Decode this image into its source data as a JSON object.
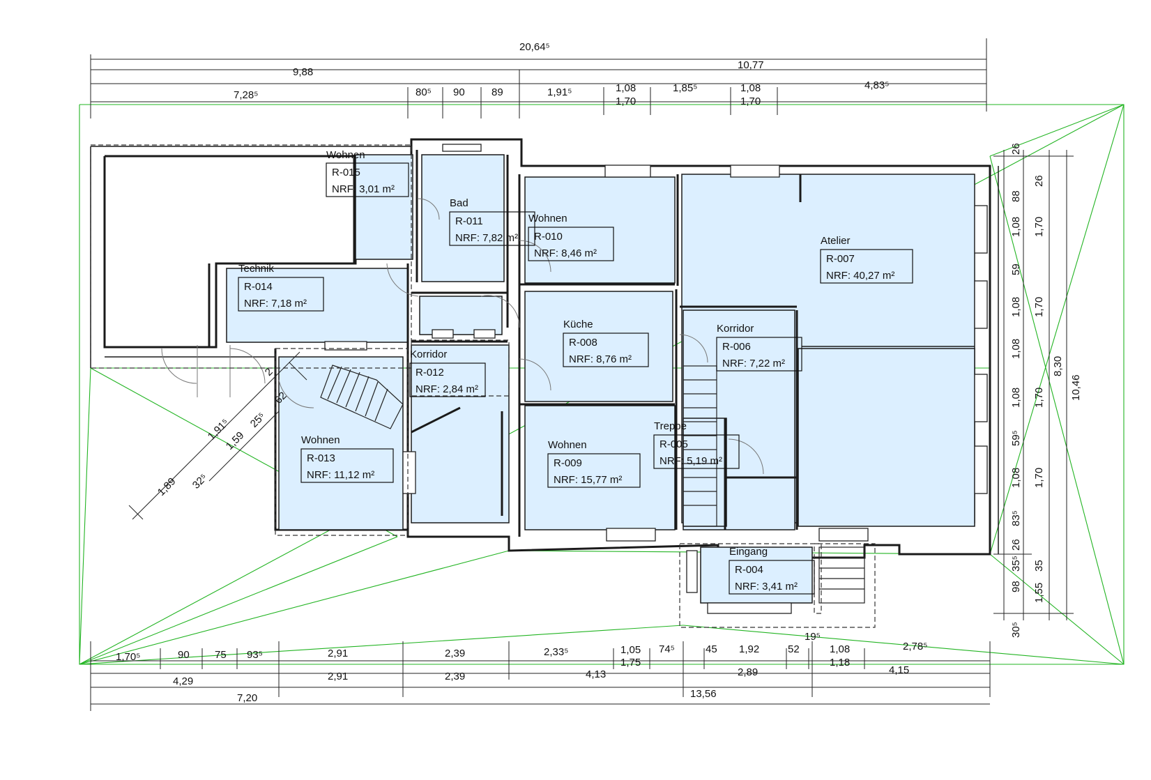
{
  "rooms": [
    {
      "name": "Wohnen",
      "id": "R-015",
      "area": "NRF: 3,01 m²"
    },
    {
      "name": "Bad",
      "id": "R-011",
      "area": "NRF: 7,82 m²"
    },
    {
      "name": "Wohnen",
      "id": "R-010",
      "area": "NRF: 8,46 m²"
    },
    {
      "name": "Atelier",
      "id": "R-007",
      "area": "NRF: 40,27 m²"
    },
    {
      "name": "Technik",
      "id": "R-014",
      "area": "NRF: 7,18 m²"
    },
    {
      "name": "Küche",
      "id": "R-008",
      "area": "NRF: 8,76 m²"
    },
    {
      "name": "Korridor",
      "id": "R-006",
      "area": "NRF: 7,22 m²"
    },
    {
      "name": "Korridor",
      "id": "R-012",
      "area": "NRF: 2,84 m²"
    },
    {
      "name": "Wohnen",
      "id": "R-013",
      "area": "NRF: 11,12 m²"
    },
    {
      "name": "Wohnen",
      "id": "R-009",
      "area": "NRF: 15,77 m²"
    },
    {
      "name": "Treppe",
      "id": "R-005",
      "area": "NRF: 5,19 m²"
    },
    {
      "name": "Eingang",
      "id": "R-004",
      "area": "NRF: 3,41 m²"
    }
  ],
  "dimensions": {
    "top_total": "20,64⁵",
    "top_left": "9,88",
    "top_right": "10,77",
    "top_chain": [
      "7,28⁵",
      "80⁵",
      "90",
      "89",
      "1,91⁵",
      "1,08",
      "1,85⁵",
      "1,08",
      "4,83⁵"
    ],
    "top_sub": [
      "1,70",
      "1,70"
    ],
    "bottom_chain": [
      "1,70⁵",
      "90",
      "75",
      "93⁵",
      "2,91",
      "2,39",
      "2,33⁵",
      "1,05",
      "74⁵",
      "45",
      "1,92",
      "52",
      "19⁵",
      "1,08",
      "2,78⁵"
    ],
    "bottom_sub": [
      "1,75",
      "1,18"
    ],
    "bottom_row2": [
      "4,29",
      "2,91",
      "2,39",
      "4,13",
      "2,89",
      "4,15"
    ],
    "bottom_row3": [
      "7,20",
      "13,56"
    ],
    "right_chain": [
      "26",
      "88",
      "1,08",
      "59",
      "1,08",
      "1,08",
      "1,08",
      "59⁵",
      "1,08",
      "83⁵",
      "26",
      "35⁵",
      "98",
      "30⁵"
    ],
    "right_sub": [
      "26",
      "1,70",
      "1,70",
      "1,70",
      "1,70",
      "35",
      "1,55"
    ],
    "right_mid": "8,30",
    "right_total": "10,46",
    "diag": [
      "1,89",
      "1,91⁵",
      "1,59",
      "25⁵",
      "32⁵",
      "62",
      "2"
    ]
  }
}
